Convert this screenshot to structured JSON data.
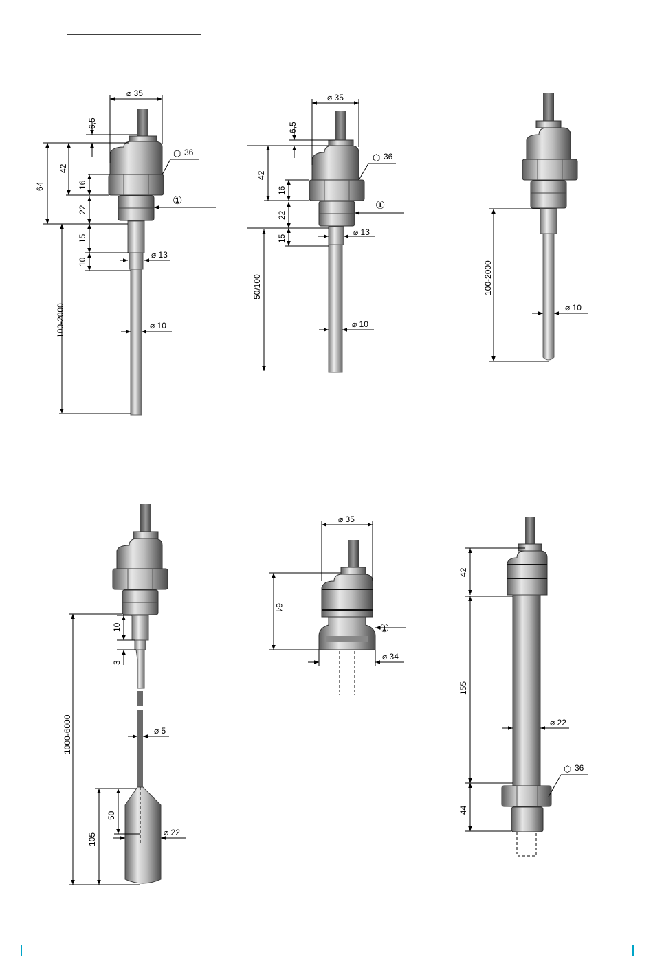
{
  "colors": {
    "accent": "#00a5c8",
    "cable": "#6f6f6f",
    "body": "#aaaaaa",
    "steel": "#c4c4c4",
    "ink": "#000000"
  },
  "callout": "①",
  "hex_symbol": "⬡",
  "figures": {
    "f1": {
      "d_top": "⌀ 35",
      "h_nut": "6,5",
      "h_total": "64",
      "h_head": "42",
      "h_hex": "16",
      "h_thread": "22",
      "h_neck": "15",
      "h_step": "10",
      "hex": "36",
      "d_neck": "⌀ 13",
      "length": "100-2000",
      "d_rod": "⌀ 10"
    },
    "f2": {
      "d_top": "⌀ 35",
      "h_nut": "6,5",
      "h_head": "42",
      "h_hex": "16",
      "h_thread": "22",
      "h_neck": "15",
      "hex": "36",
      "d_neck": "⌀ 13",
      "length": "50/100",
      "d_rod": "⌀ 10"
    },
    "f3": {
      "length": "100-2000",
      "d_rod": "⌀ 10"
    },
    "f4": {
      "h_neck": "10",
      "h_step": "3",
      "length": "1000-6000",
      "d_cable": "⌀ 5",
      "h_cone": "50",
      "h_probe": "105",
      "d_probe": "⌀ 22"
    },
    "f5": {
      "d_top": "⌀ 35",
      "h_total": "64",
      "d_flange": "⌀ 34"
    },
    "f6": {
      "h_head": "42",
      "length": "155",
      "d_tube": "⌀ 22",
      "hex": "36",
      "h_bottom": "44"
    }
  }
}
